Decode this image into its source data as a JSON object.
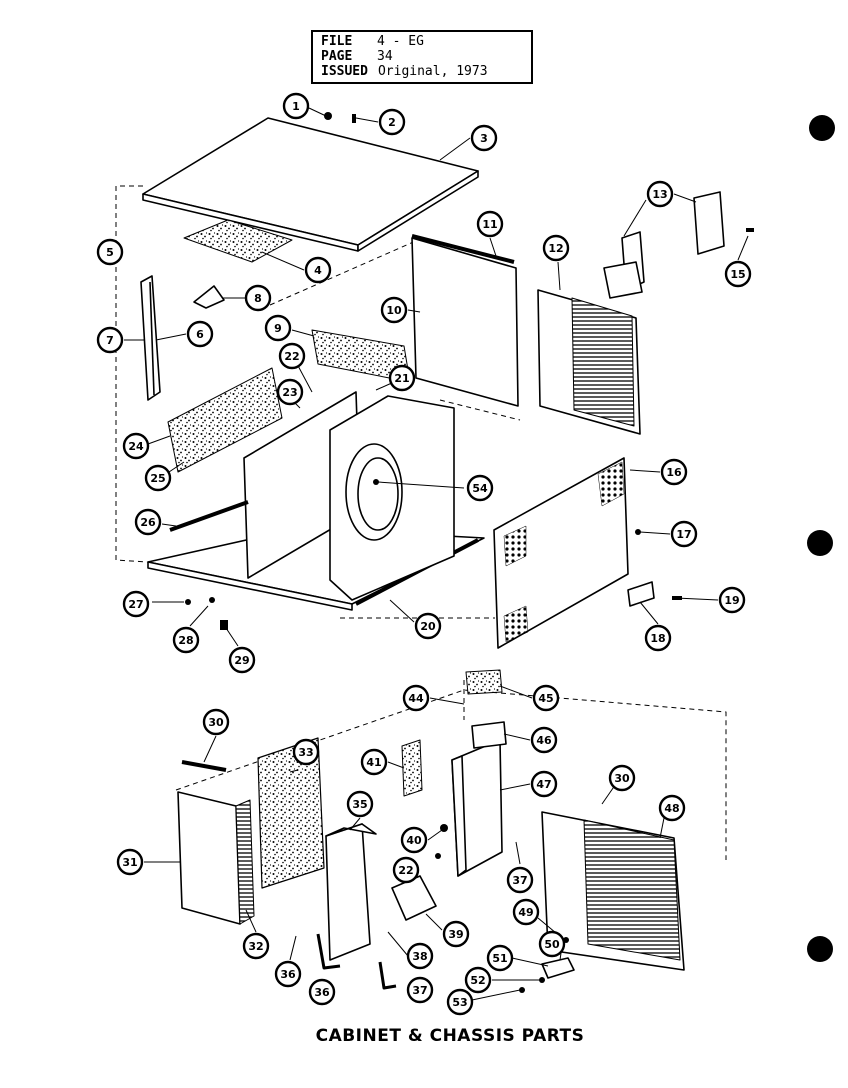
{
  "info_box": {
    "file_label": "FILE",
    "file_value": "4 - EG",
    "page_label": "PAGE",
    "page_value": "34",
    "issued_label": "ISSUED",
    "issued_value": "Original, 1973"
  },
  "caption": "CABINET & CHASSIS PARTS",
  "callouts": [
    "1",
    "2",
    "3",
    "4",
    "5",
    "6",
    "7",
    "8",
    "9",
    "10",
    "11",
    "12",
    "13",
    "15",
    "16",
    "17",
    "18",
    "19",
    "20",
    "21",
    "22",
    "23",
    "24",
    "25",
    "26",
    "27",
    "28",
    "29",
    "30",
    "31",
    "32",
    "33",
    "35",
    "36",
    "37",
    "38",
    "39",
    "40",
    "41",
    "44",
    "45",
    "46",
    "47",
    "48",
    "49",
    "50",
    "51",
    "52",
    "53",
    "54"
  ]
}
